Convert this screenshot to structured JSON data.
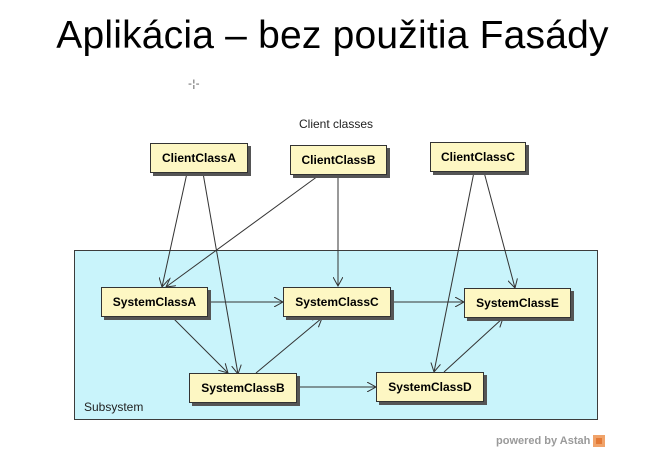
{
  "title": "Aplikácia – bez použitia Fasády",
  "cursor_glyph": "-|-",
  "client_group_label": "Client classes",
  "subsystem_label": "Subsystem",
  "classes": {
    "client_a": "ClientClassA",
    "client_b": "ClientClassB",
    "client_c": "ClientClassC",
    "system_a": "SystemClassA",
    "system_b": "SystemClassB",
    "system_c": "SystemClassC",
    "system_d": "SystemClassD",
    "system_e": "SystemClassE"
  },
  "dependencies": [
    [
      "ClientClassA",
      "SystemClassA"
    ],
    [
      "ClientClassA",
      "SystemClassB"
    ],
    [
      "ClientClassB",
      "SystemClassA"
    ],
    [
      "ClientClassB",
      "SystemClassC"
    ],
    [
      "ClientClassC",
      "SystemClassD"
    ],
    [
      "ClientClassC",
      "SystemClassE"
    ],
    [
      "SystemClassA",
      "SystemClassC"
    ],
    [
      "SystemClassA",
      "SystemClassB"
    ],
    [
      "SystemClassB",
      "SystemClassC"
    ],
    [
      "SystemClassB",
      "SystemClassD"
    ],
    [
      "SystemClassC",
      "SystemClassE"
    ],
    [
      "SystemClassD",
      "SystemClassE"
    ]
  ],
  "watermark": "powered by Astah",
  "colors": {
    "class_fill": "#fdf7c3",
    "subsystem_fill": "#c9f4fb",
    "edge": "#333333"
  }
}
